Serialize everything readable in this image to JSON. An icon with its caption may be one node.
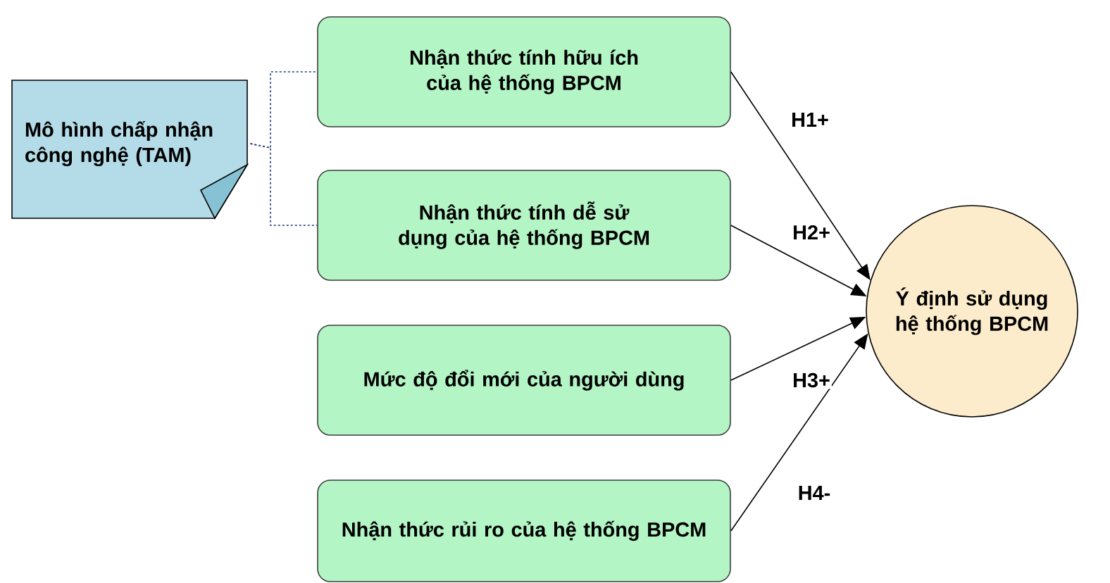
{
  "diagram": {
    "nodes": [
      {
        "text": [
          "Mô hình chấp nhận công nghệ (TAM)"
        ]
      },
      {
        "text": [
          "Nhận thức tính hữu ích của hệ thống BPCM"
        ]
      },
      {
        "text": [
          "Nhận thức tính dễ sử dụng của hệ thống BPCM"
        ]
      },
      {
        "text": [
          "Mức độ đổi mới của người dùng"
        ]
      },
      {
        "text": [
          "Nhận thức rủi ro của hệ thống BPCM"
        ]
      },
      {
        "text": [
          "Ý định sử dụng hệ thống BPCM"
        ]
      }
    ],
    "edges": [
      {
        "from": 0,
        "to": 1,
        "arrow": "none",
        "style": "dashed",
        "color": "#1f3d7a"
      },
      {
        "from": 0,
        "to": 2,
        "arrow": "none",
        "style": "dashed",
        "color": "#1f3d7a"
      },
      {
        "from": 1,
        "to": 5,
        "arrow": "to",
        "label": "H1+"
      },
      {
        "from": 2,
        "to": 5,
        "arrow": "to",
        "label": "H2+"
      },
      {
        "from": 3,
        "to": 5,
        "arrow": "to",
        "label": "H3+"
      },
      {
        "from": 4,
        "to": 5,
        "arrow": "to",
        "label": "H4-"
      }
    ]
  }
}
